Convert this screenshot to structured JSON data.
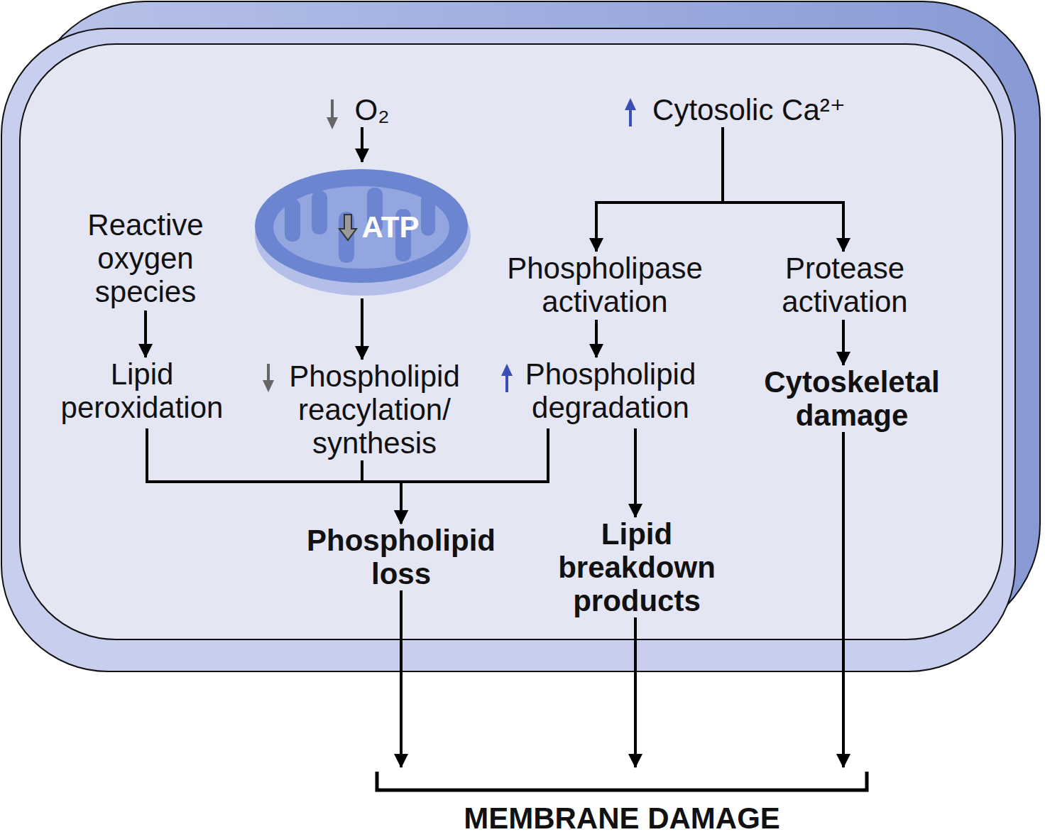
{
  "diagram": {
    "nodes": [
      {
        "text": [
          "O₂"
        ]
      },
      {
        "text": [
          "ATP"
        ]
      },
      {
        "text": [
          "Cytosolic Ca²⁺"
        ]
      },
      {
        "text": [
          "Reactive oxygen species"
        ]
      },
      {
        "text": [
          "Phospholipase activation"
        ]
      },
      {
        "text": [
          "Protease activation"
        ]
      },
      {
        "text": [
          "Lipid peroxidation"
        ]
      },
      {
        "text": [
          "Phospholipid reacylation/ synthesis"
        ]
      },
      {
        "text": [
          "Phospholipid degradation"
        ]
      },
      {
        "text": [
          "Cytoskeletal damage"
        ]
      },
      {
        "text": [
          "Phospholipid loss"
        ]
      },
      {
        "text": [
          "Lipid breakdown products"
        ]
      },
      {
        "text": [
          "MEMBRANE DAMAGE"
        ]
      }
    ],
    "edges": [
      {
        "from": 0,
        "to": 1,
        "arrow": "to"
      },
      {
        "from": 1,
        "to": 7,
        "arrow": "to"
      },
      {
        "from": 2,
        "to": 4,
        "arrow": "to"
      },
      {
        "from": 2,
        "to": 5,
        "arrow": "to"
      },
      {
        "from": 3,
        "to": 6,
        "arrow": "to"
      },
      {
        "from": 4,
        "to": 8,
        "arrow": "to"
      },
      {
        "from": 5,
        "to": 9,
        "arrow": "to"
      },
      {
        "from": 6,
        "to": 10,
        "arrow": "to"
      },
      {
        "from": 7,
        "to": 10,
        "arrow": "to"
      },
      {
        "from": 8,
        "to": 10,
        "arrow": "to"
      },
      {
        "from": 8,
        "to": 11,
        "arrow": "to"
      },
      {
        "from": 9,
        "to": 12,
        "arrow": "to"
      },
      {
        "from": 10,
        "to": 12,
        "arrow": "to"
      },
      {
        "from": 11,
        "to": 12,
        "arrow": "to"
      }
    ]
  }
}
